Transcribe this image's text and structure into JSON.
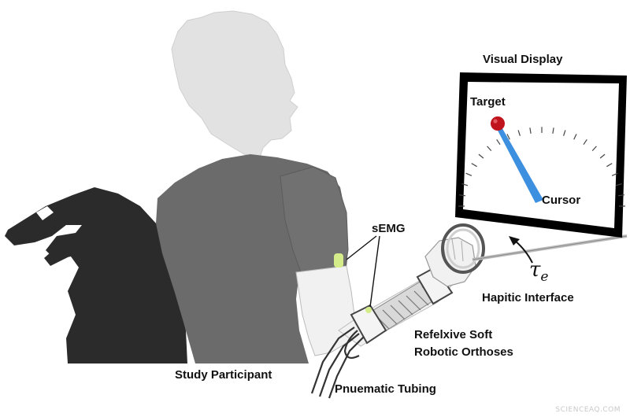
{
  "labels": {
    "visual_display": "Visual Display",
    "target": "Target",
    "cursor": "Cursor",
    "semg": "sEMG",
    "haptic_interface": "Hapitic Interface",
    "orthoses_line1": "Refelxive Soft",
    "orthoses_line2": "Robotic Orthoses",
    "study_participant": "Study Participant",
    "pneumatic_tubing": "Pnuematic Tubing",
    "torque_symbol": "τ",
    "torque_subscript": "e"
  },
  "watermark": "SCIENCEAQ.COM",
  "colors": {
    "head": "#e2e2e2",
    "shirt": "#6b6b6b",
    "wheelchair": "#2b2b2b",
    "arm": "#f1f1f1",
    "target": "#c0141c",
    "cursor": "#3d8fe0",
    "semg_pad": "#d4ec8a",
    "display_frame": "#000000"
  }
}
